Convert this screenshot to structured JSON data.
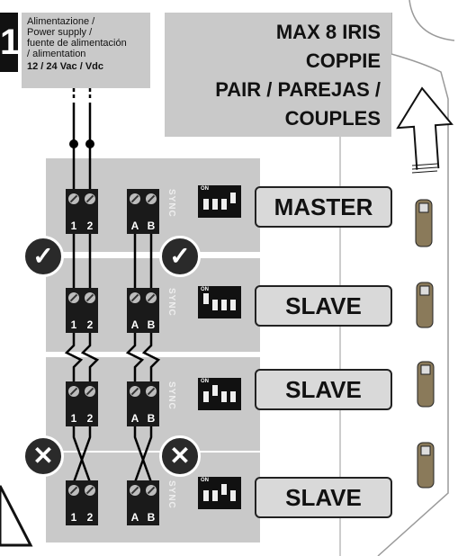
{
  "step": {
    "number": "1"
  },
  "power_supply": {
    "lines": [
      "Alimentazione /",
      "Power supply /",
      "fuente de alimentación",
      "/ alimentation"
    ],
    "voltage": "12 / 24 Vac / Vdc"
  },
  "max_note": {
    "lines": [
      "MAX 8 IRIS",
      "COPPIE",
      "PAIR / PAREJAS /",
      "COUPLES"
    ]
  },
  "terminals": {
    "power_1": "1",
    "power_2": "2",
    "sync_a": "A",
    "sync_b": "B",
    "sync_label": "SYNC"
  },
  "dip": {
    "on_label": "ON"
  },
  "units": [
    {
      "role": "MASTER"
    },
    {
      "role": "SLAVE"
    },
    {
      "role": "SLAVE"
    },
    {
      "role": "SLAVE"
    }
  ],
  "badges": {
    "check": "✓",
    "cross": "✕"
  },
  "colors": {
    "panel": "#c9c9c9",
    "terminal": "#1a1a1a",
    "wire": "#000000",
    "badge": "#2a2a2a"
  }
}
